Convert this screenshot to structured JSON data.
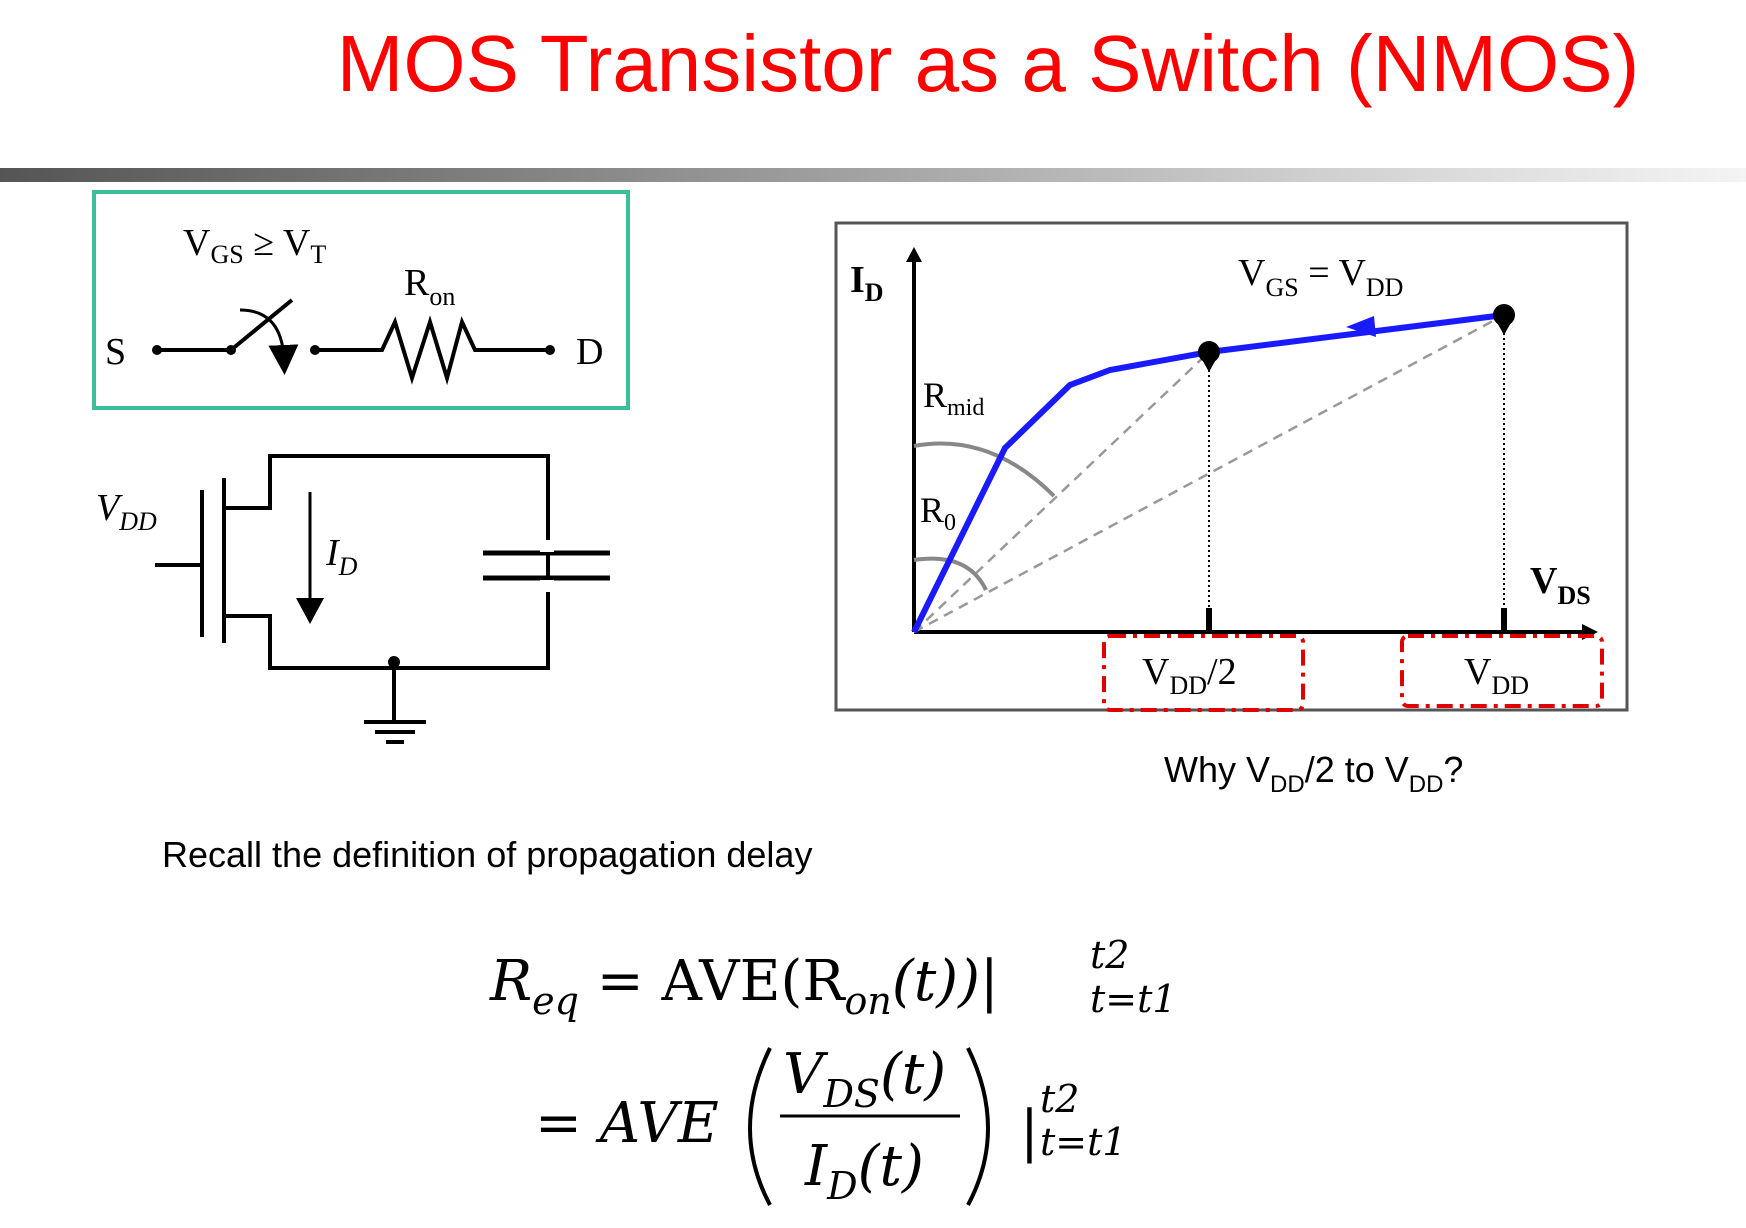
{
  "title": "MOS Transistor as a Switch (NMOS)",
  "switch_model": {
    "condition_main": "V",
    "condition_sub1": "GS",
    "condition_ge": " ≥ V",
    "condition_sub2": "T",
    "resistor_main": "R",
    "resistor_sub": "on",
    "source": "S",
    "drain": "D"
  },
  "circuit": {
    "vdd_main": "V",
    "vdd_sub": "DD",
    "id_main": "I",
    "id_sub": "D"
  },
  "graph": {
    "y_axis_main": "I",
    "y_axis_sub": "D",
    "x_axis_main": "V",
    "x_axis_sub": "DS",
    "vgs_main": "V",
    "vgs_sub": "GS",
    "vgs_eq": " = V",
    "vgs_sub2": "DD",
    "rmid_main": "R",
    "rmid_sub": "mid",
    "r0_main": "R",
    "r0_sub": "0",
    "tick1_main": "V",
    "tick1_sub": "DD",
    "tick1_suffix": "/2",
    "tick2_main": "V",
    "tick2_sub": "DD"
  },
  "question": {
    "p1": "Why V",
    "s1": "DD",
    "p2": "/2  to V",
    "s2": "DD",
    "p3": "?"
  },
  "recall_text": "Recall the definition of propagation delay",
  "equation": {
    "line1_lhs": "R",
    "line1_lhs_sub": "eq",
    "line1_rhs": " = AVE(R",
    "line1_rhs_sub": "on",
    "line1_rhs_end": "(t))|",
    "limit_sup": "t2",
    "limit_sub": "t=t1",
    "line2_lead": "= AVE",
    "num_main": "V",
    "num_sub": "DS",
    "num_end": "(t)",
    "den_main": "I",
    "den_sub": "D",
    "den_end": "(t)",
    "line2_bar": "|",
    "limit2_sup": "t2",
    "limit2_sub": "t=t1"
  },
  "colors": {
    "title": "#ff0000",
    "curve": "#1a1aff",
    "box_border": "#3dbf9a",
    "dashed_box": "#e00000"
  }
}
